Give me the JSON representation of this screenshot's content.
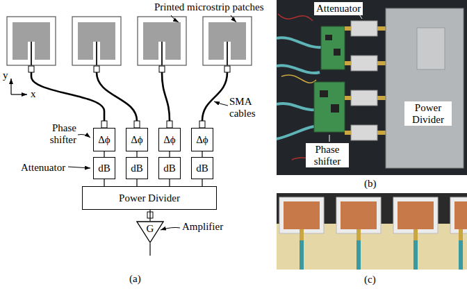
{
  "diagram": {
    "nodes": [
      {
        "text": [
          "Δϕ"
        ]
      },
      {
        "text": [
          "Δϕ"
        ]
      },
      {
        "text": [
          "Δϕ"
        ]
      },
      {
        "text": [
          "Δϕ"
        ]
      },
      {
        "text": [
          "dB"
        ]
      },
      {
        "text": [
          "dB"
        ]
      },
      {
        "text": [
          "dB"
        ]
      },
      {
        "text": [
          "dB"
        ]
      },
      {
        "text": [
          "Power Divider"
        ]
      },
      {
        "text": [
          "G"
        ]
      }
    ],
    "edges": [
      {
        "from": 0,
        "to": 4,
        "arrow": "none"
      },
      {
        "from": 1,
        "to": 5,
        "arrow": "none"
      },
      {
        "from": 2,
        "to": 6,
        "arrow": "none"
      },
      {
        "from": 3,
        "to": 7,
        "arrow": "none"
      },
      {
        "from": 4,
        "to": 8,
        "arrow": "none"
      },
      {
        "from": 5,
        "to": 8,
        "arrow": "none"
      },
      {
        "from": 6,
        "to": 8,
        "arrow": "none"
      },
      {
        "from": 7,
        "to": 8,
        "arrow": "none"
      },
      {
        "from": 8,
        "to": 9,
        "arrow": "none"
      }
    ],
    "labels": [
      "Printed microstrip patches",
      "y",
      "x",
      "SMA cables",
      "Phase shifter",
      "Attenuator",
      "Amplifier",
      "(a)",
      "Attenuator",
      "Power Divider",
      "Phase shifter",
      "(b)",
      "(c)"
    ]
  }
}
